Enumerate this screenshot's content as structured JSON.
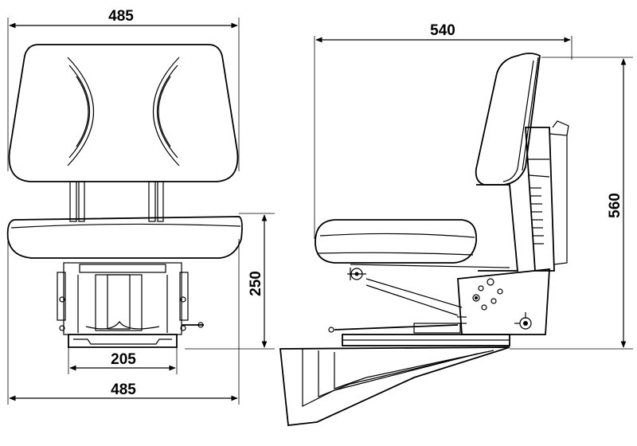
{
  "dimensions": {
    "front_top_width": "485",
    "front_bottom_width": "485",
    "front_inner_width": "205",
    "front_height": "250",
    "side_depth": "540",
    "side_height": "560"
  }
}
